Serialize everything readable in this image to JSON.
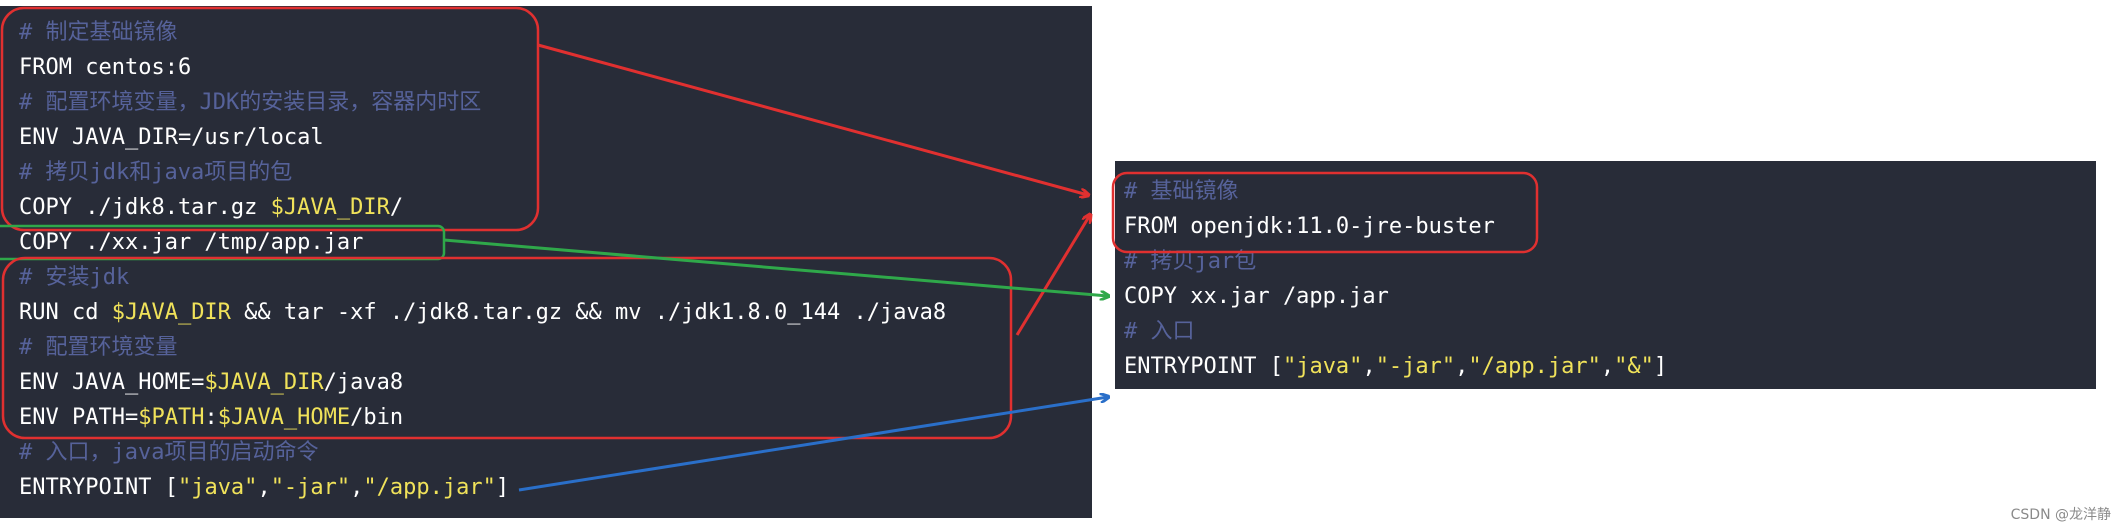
{
  "left_code": {
    "l1": "# 制定基础镜像",
    "l2": "FROM centos:6",
    "l3": "# 配置环境变量，JDK的安装目录，容器内时区",
    "l4": "ENV JAVA_DIR=/usr/local",
    "l5": "# 拷贝jdk和java项目的包",
    "l6_a": "COPY ./jdk8.tar.gz ",
    "l6_var": "$JAVA_DIR",
    "l6_b": "/",
    "l7": "COPY ./xx.jar /tmp/app.jar",
    "l8": "# 安装jdk",
    "l9_a": "RUN cd ",
    "l9_var": "$JAVA_DIR",
    "l9_b": " && tar -xf ./jdk8.tar.gz && mv ./jdk1.8.0_144 ./java8",
    "l10": "# 配置环境变量",
    "l11_a": "ENV JAVA_HOME=",
    "l11_var": "$JAVA_DIR",
    "l11_b": "/java8",
    "l12_a": "ENV PATH=",
    "l12_var1": "$PATH",
    "l12_sep": ":",
    "l12_var2": "$JAVA_HOME",
    "l12_b": "/bin",
    "l13": "# 入口，java项目的启动命令",
    "l14_a": "ENTRYPOINT [",
    "l14_s1": "\"java\"",
    "l14_c1": ",",
    "l14_s2": "\"-jar\"",
    "l14_c2": ",",
    "l14_s3": "\"/app.jar\"",
    "l14_b": "]"
  },
  "right_code": {
    "r1": "# 基础镜像",
    "r2": "FROM openjdk:11.0-jre-buster",
    "r3": "# 拷贝jar包",
    "r4": "COPY xx.jar /app.jar",
    "r5": "# 入口",
    "r6_a": "ENTRYPOINT [",
    "r6_s1": "\"java\"",
    "r6_c1": ",",
    "r6_s2": "\"-jar\"",
    "r6_c2": ",",
    "r6_s3": "\"/app.jar\"",
    "r6_c3": ",",
    "r6_s4": "\"&\"",
    "r6_b": "]"
  },
  "watermark": "CSDN @龙洋静",
  "colors": {
    "panel_bg": "#282c38",
    "comment": "#56629a",
    "keyword_text": "#ffffff",
    "highlight": "#f0e25a",
    "annotation_red": "#e03030",
    "annotation_green": "#2fa84a",
    "annotation_blue": "#2a6fc9"
  }
}
